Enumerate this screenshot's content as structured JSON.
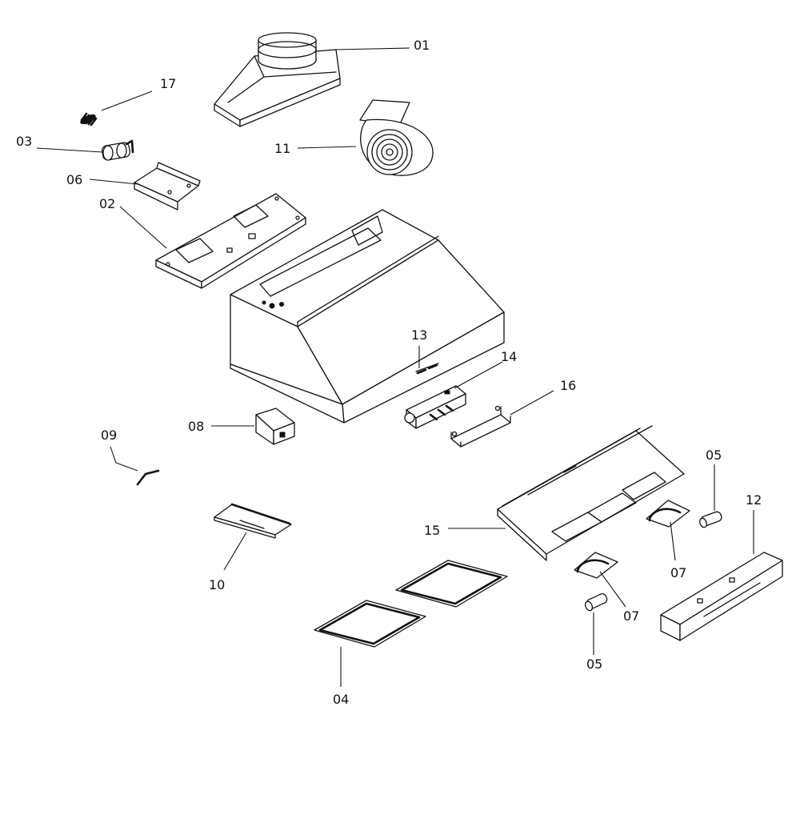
{
  "diagram": {
    "type": "exploded parts diagram",
    "parts": [
      {
        "id": "01",
        "label": "01"
      },
      {
        "id": "02",
        "label": "02"
      },
      {
        "id": "03",
        "label": "03"
      },
      {
        "id": "04",
        "label": "04"
      },
      {
        "id": "05a",
        "label": "05"
      },
      {
        "id": "05b",
        "label": "05"
      },
      {
        "id": "06",
        "label": "06"
      },
      {
        "id": "07a",
        "label": "07"
      },
      {
        "id": "07b",
        "label": "07"
      },
      {
        "id": "08",
        "label": "08"
      },
      {
        "id": "09",
        "label": "09"
      },
      {
        "id": "10",
        "label": "10"
      },
      {
        "id": "11",
        "label": "11"
      },
      {
        "id": "12",
        "label": "12"
      },
      {
        "id": "13",
        "label": "13"
      },
      {
        "id": "14",
        "label": "14"
      },
      {
        "id": "15",
        "label": "15"
      },
      {
        "id": "16",
        "label": "16"
      },
      {
        "id": "17",
        "label": "17"
      }
    ]
  }
}
